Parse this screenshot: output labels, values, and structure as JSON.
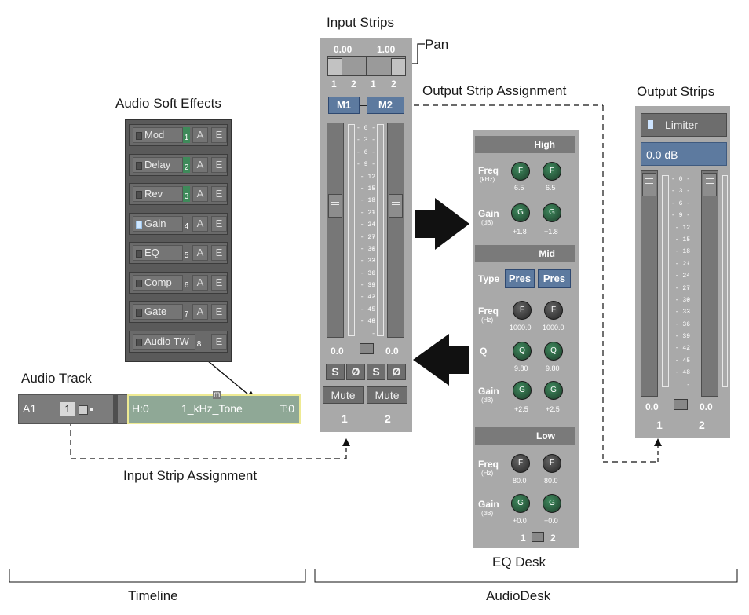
{
  "labels": {
    "input_strips": "Input Strips",
    "pan": "Pan",
    "output_strip_assignment": "Output Strip Assignment",
    "output_strips": "Output Strips",
    "audio_soft_effects": "Audio Soft Effects",
    "audio_track": "Audio Track",
    "input_strip_assignment": "Input Strip Assignment",
    "eq_desk": "EQ Desk",
    "timeline": "Timeline",
    "audiodesk": "AudioDesk"
  },
  "effects": [
    {
      "name": "Mod",
      "num": "1",
      "a": "A",
      "e": "E",
      "led_on": false,
      "num_green": true
    },
    {
      "name": "Delay",
      "num": "2",
      "a": "A",
      "e": "E",
      "led_on": false,
      "num_green": true
    },
    {
      "name": "Rev",
      "num": "3",
      "a": "A",
      "e": "E",
      "led_on": false,
      "num_green": true
    },
    {
      "name": "Gain",
      "num": "4",
      "a": "A",
      "e": "E",
      "led_on": true,
      "num_green": false
    },
    {
      "name": "EQ",
      "num": "5",
      "a": "A",
      "e": "E",
      "led_on": false,
      "num_green": false
    },
    {
      "name": "Comp",
      "num": "6",
      "a": "A",
      "e": "E",
      "led_on": false,
      "num_green": false
    },
    {
      "name": "Gate",
      "num": "7",
      "a": "A",
      "e": "E",
      "led_on": false,
      "num_green": false
    },
    {
      "name": "Audio TW",
      "num": "8",
      "a": "",
      "e": "E",
      "led_on": false,
      "num_green": false
    }
  ],
  "audio_track": {
    "id": "A1",
    "strip": "1",
    "clip_head": "H:0",
    "clip_name": "1_kHz_Tone",
    "clip_tail": "T:0",
    "marker": "m"
  },
  "input_strips": {
    "pan_values": [
      "0.00",
      "1.00"
    ],
    "pan_channels": [
      "1",
      "2",
      "1",
      "2"
    ],
    "bus_buttons": [
      "M1",
      "M2"
    ],
    "meter_scale": [
      "0",
      "3",
      "6",
      "9",
      "12",
      "15",
      "18",
      "21",
      "24",
      "27",
      "30",
      "33",
      "36",
      "39",
      "42",
      "45",
      "48"
    ],
    "levels": [
      "0.0",
      "0.0"
    ],
    "solo": [
      "S",
      "S"
    ],
    "phase": [
      "Ø",
      "Ø"
    ],
    "mute": [
      "Mute",
      "Mute"
    ],
    "strip_numbers": [
      "1",
      "2"
    ]
  },
  "eq_desk": {
    "high": {
      "title": "High",
      "freq_label": "Freq",
      "freq_unit": "(kHz)",
      "freq_knob": "F",
      "freq_values": [
        "6.5",
        "6.5"
      ],
      "gain_label": "Gain",
      "gain_unit": "(dB)",
      "gain_knob": "G",
      "gain_values": [
        "+1.8",
        "+1.8"
      ]
    },
    "mid": {
      "title": "Mid",
      "type_label": "Type",
      "type_values": [
        "Pres",
        "Pres"
      ],
      "freq_label": "Freq",
      "freq_unit": "(Hz)",
      "freq_knob": "F",
      "freq_values": [
        "1000.0",
        "1000.0"
      ],
      "q_label": "Q",
      "q_knob": "Q",
      "q_values": [
        "9.80",
        "9.80"
      ],
      "gain_label": "Gain",
      "gain_unit": "(dB)",
      "gain_knob": "G",
      "gain_values": [
        "+2.5",
        "+2.5"
      ]
    },
    "low": {
      "title": "Low",
      "freq_label": "Freq",
      "freq_unit": "(Hz)",
      "freq_knob": "F",
      "freq_values": [
        "80.0",
        "80.0"
      ],
      "gain_label": "Gain",
      "gain_unit": "(dB)",
      "gain_knob": "G",
      "gain_values": [
        "+0.0",
        "+0.0"
      ]
    },
    "channels": [
      "1",
      "2"
    ]
  },
  "output_strips": {
    "limiter": "Limiter",
    "gain_display": "0.0 dB",
    "meter_scale": [
      "0",
      "3",
      "6",
      "9",
      "12",
      "15",
      "18",
      "21",
      "24",
      "27",
      "30",
      "33",
      "36",
      "39",
      "42",
      "45",
      "48"
    ],
    "levels": [
      "0.0",
      "0.0"
    ],
    "strip_numbers": [
      "1",
      "2"
    ]
  }
}
